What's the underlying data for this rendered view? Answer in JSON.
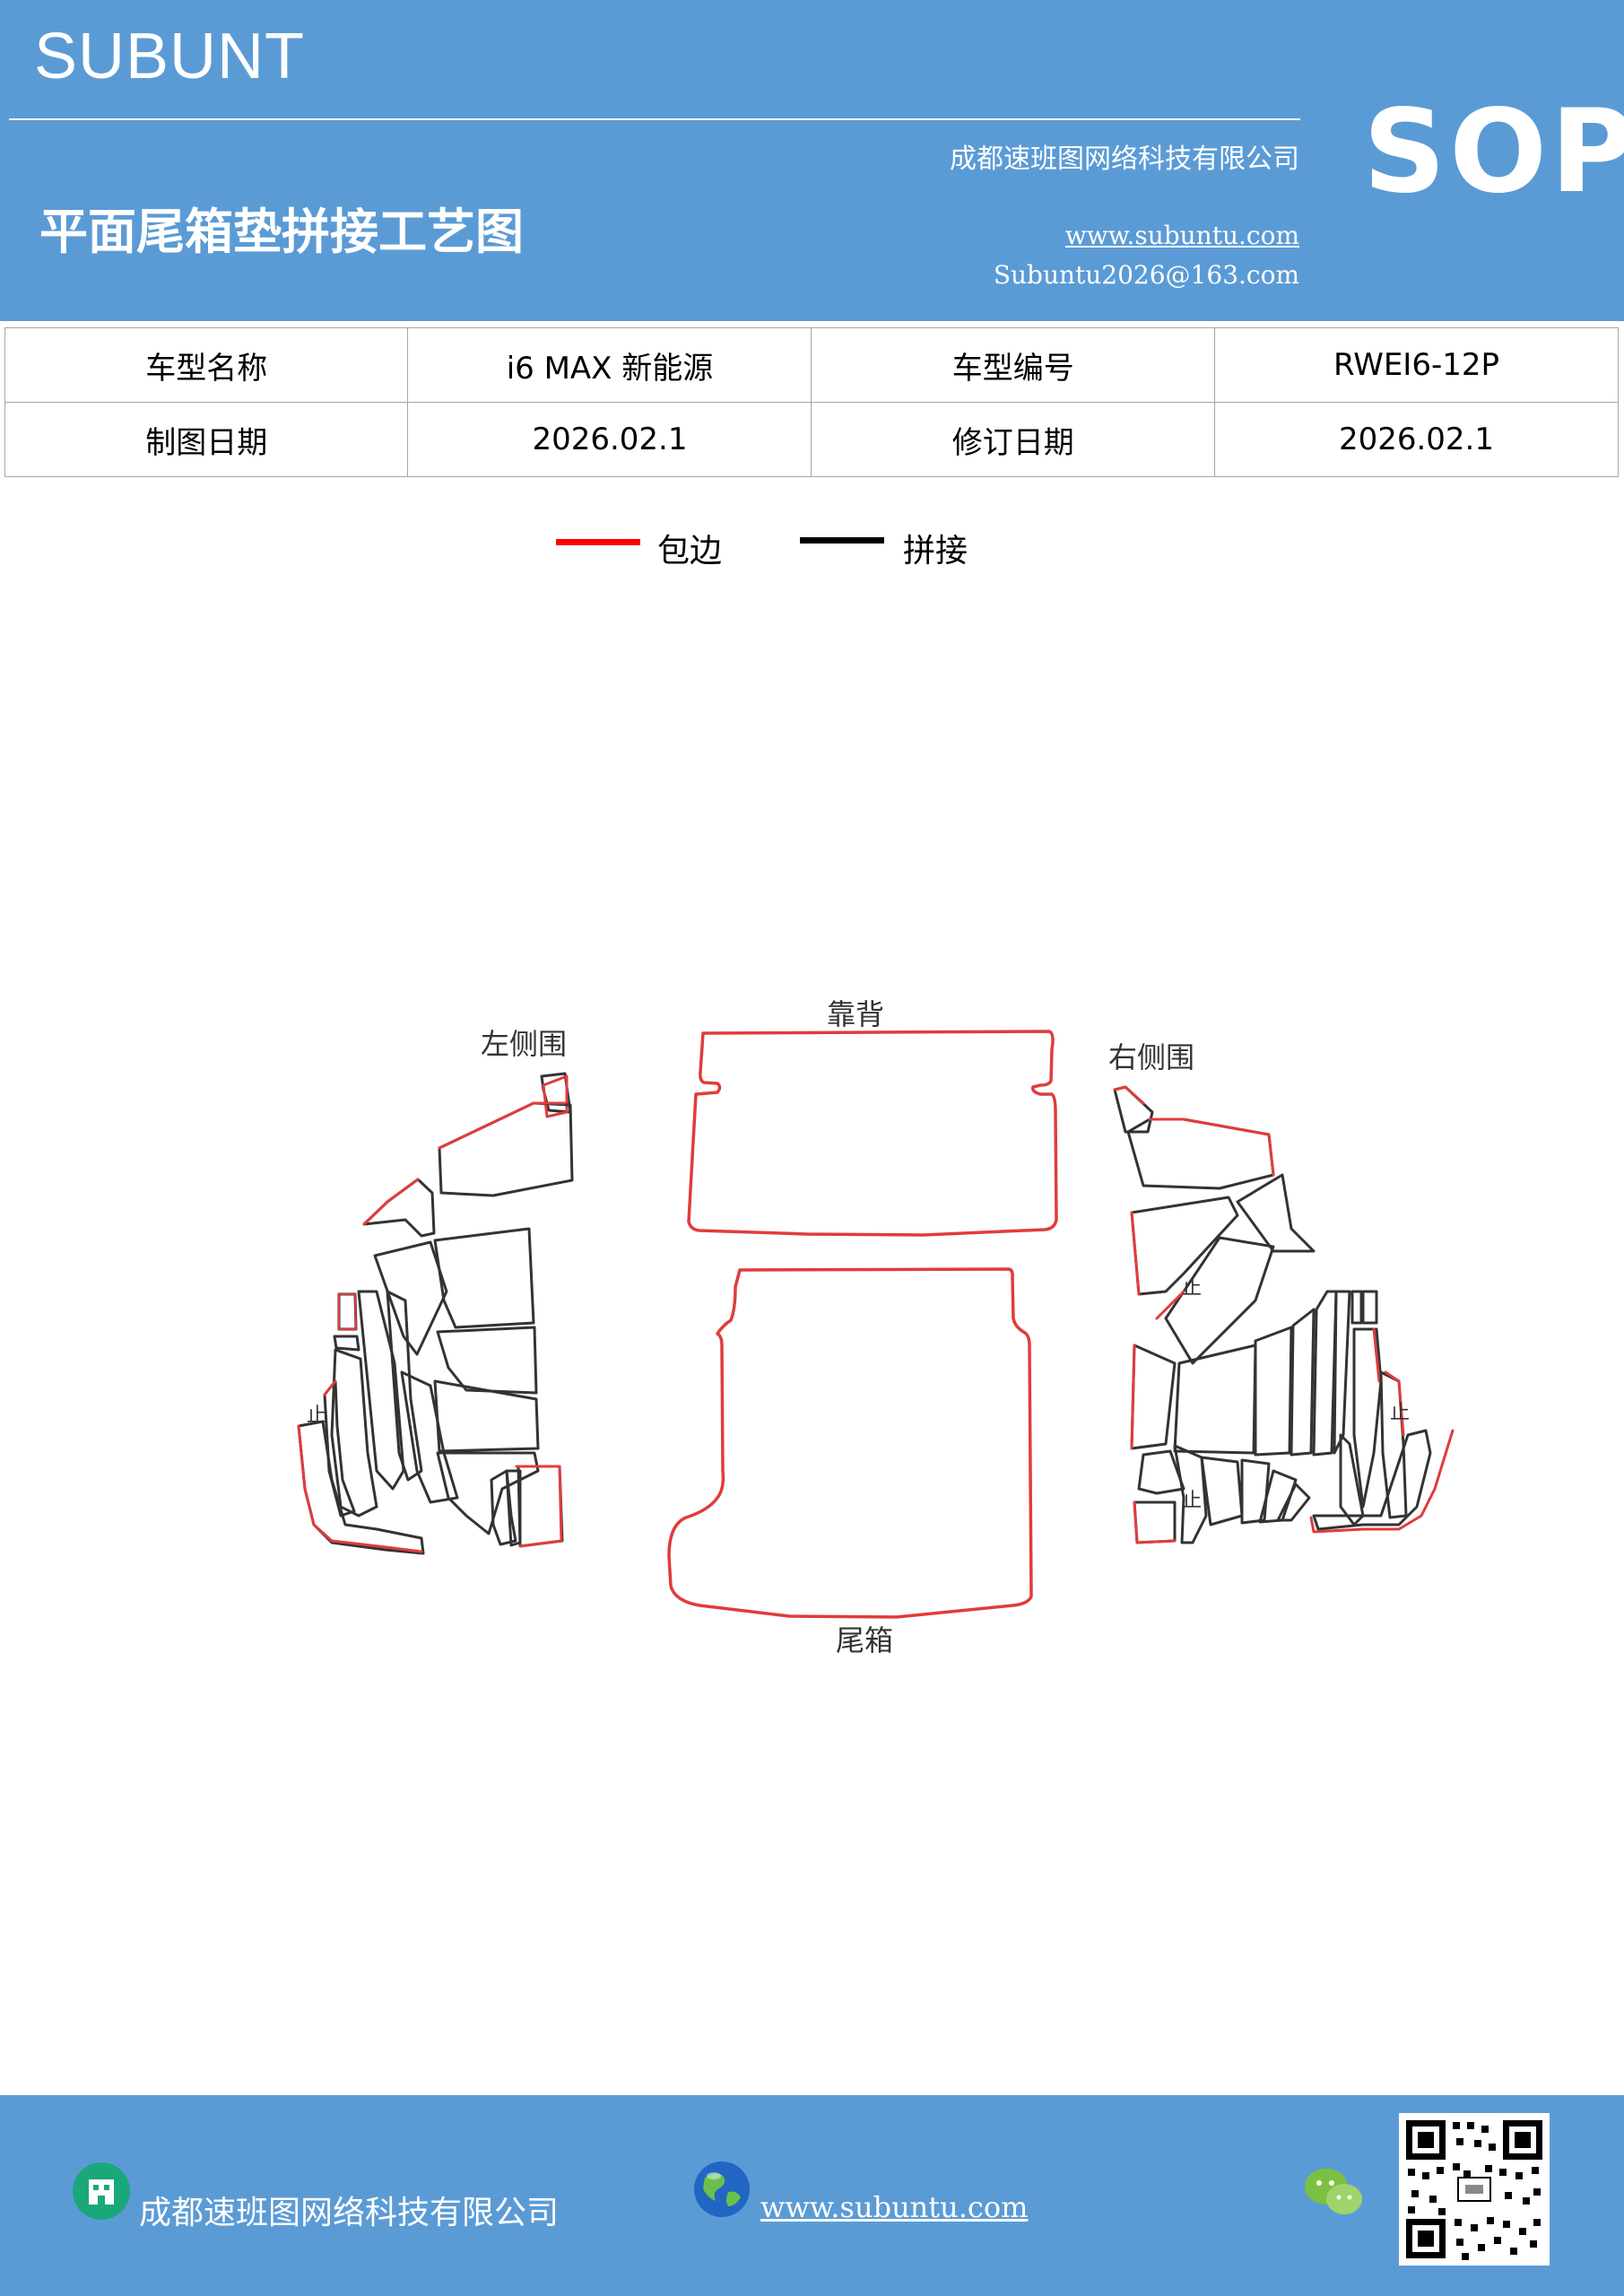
{
  "header": {
    "brand": "SUBUNT",
    "badge": "SOP",
    "company": "成都速班图网络科技有限公司",
    "title": "平面尾箱垫拼接工艺图",
    "website": "www.subuntu.com",
    "email": "Subuntu2026@163.com"
  },
  "info_table": {
    "rows": [
      [
        "车型名称",
        "i6  MAX  新能源",
        "车型编号",
        "RWEI6-12P"
      ],
      [
        "制图日期",
        "2026.02.1",
        "修订日期",
        "2026.02.1"
      ]
    ]
  },
  "legend": {
    "items": [
      {
        "label": "包边",
        "color": "#ff0000"
      },
      {
        "label": "拼接",
        "color": "#000000"
      }
    ]
  },
  "diagram": {
    "labels": {
      "left_side": "左侧围",
      "backrest": "靠背",
      "right_side": "右侧围",
      "trunk": "尾箱",
      "stop": "止"
    },
    "colors": {
      "edge": "#e03c3c",
      "seam": "#333333"
    }
  },
  "footer": {
    "company": "成都速班图网络科技有限公司",
    "website": "www.subuntu.com",
    "icons": [
      "building-icon",
      "globe-icon",
      "wechat-icon",
      "qr-code"
    ]
  }
}
